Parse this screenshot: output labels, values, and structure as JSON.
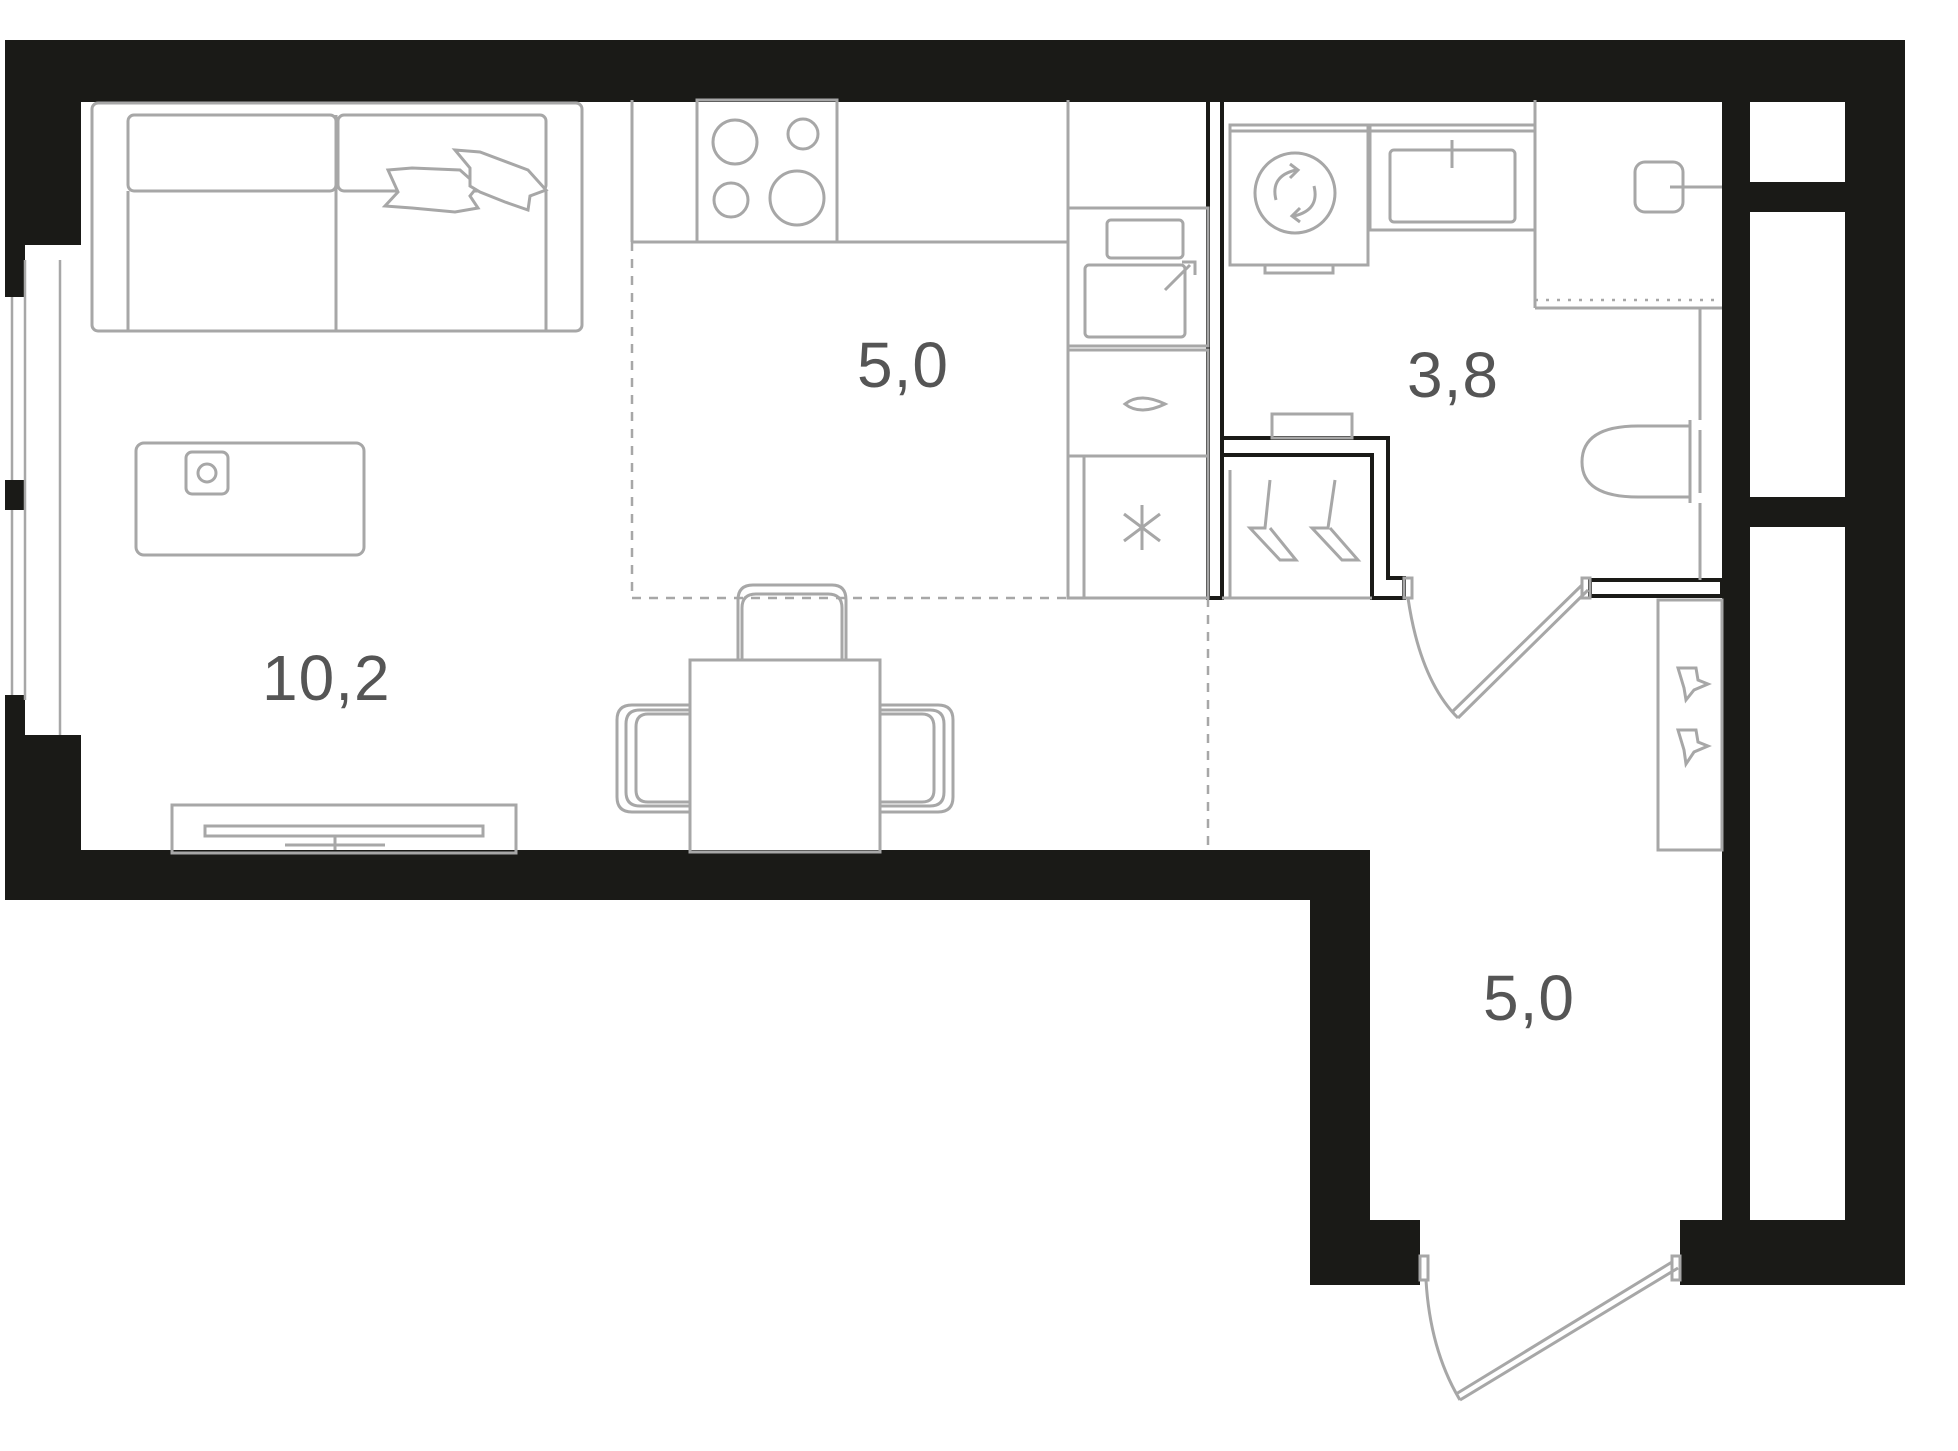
{
  "plan": {
    "rooms": [
      {
        "id": "living",
        "area": "10,2"
      },
      {
        "id": "kitchen",
        "area": "5,0"
      },
      {
        "id": "bathroom",
        "area": "3,8"
      },
      {
        "id": "hallway",
        "area": "5,0"
      }
    ],
    "wall_color": "#1a1a17",
    "furniture_color": "#a7a7a7",
    "label_color": "#555555",
    "icons": [
      "sofa-icon",
      "pillows-icon",
      "rug-icon",
      "cooktop-icon",
      "sink-icon",
      "dishwasher-icon",
      "fridge-icon",
      "dining-table-icon",
      "tv-stand-icon",
      "washing-machine-icon",
      "washbasin-icon",
      "shower-icon",
      "toilet-icon",
      "wardrobe-icon",
      "shoe-rack-icon",
      "door-swing-icon",
      "window-icon"
    ]
  }
}
